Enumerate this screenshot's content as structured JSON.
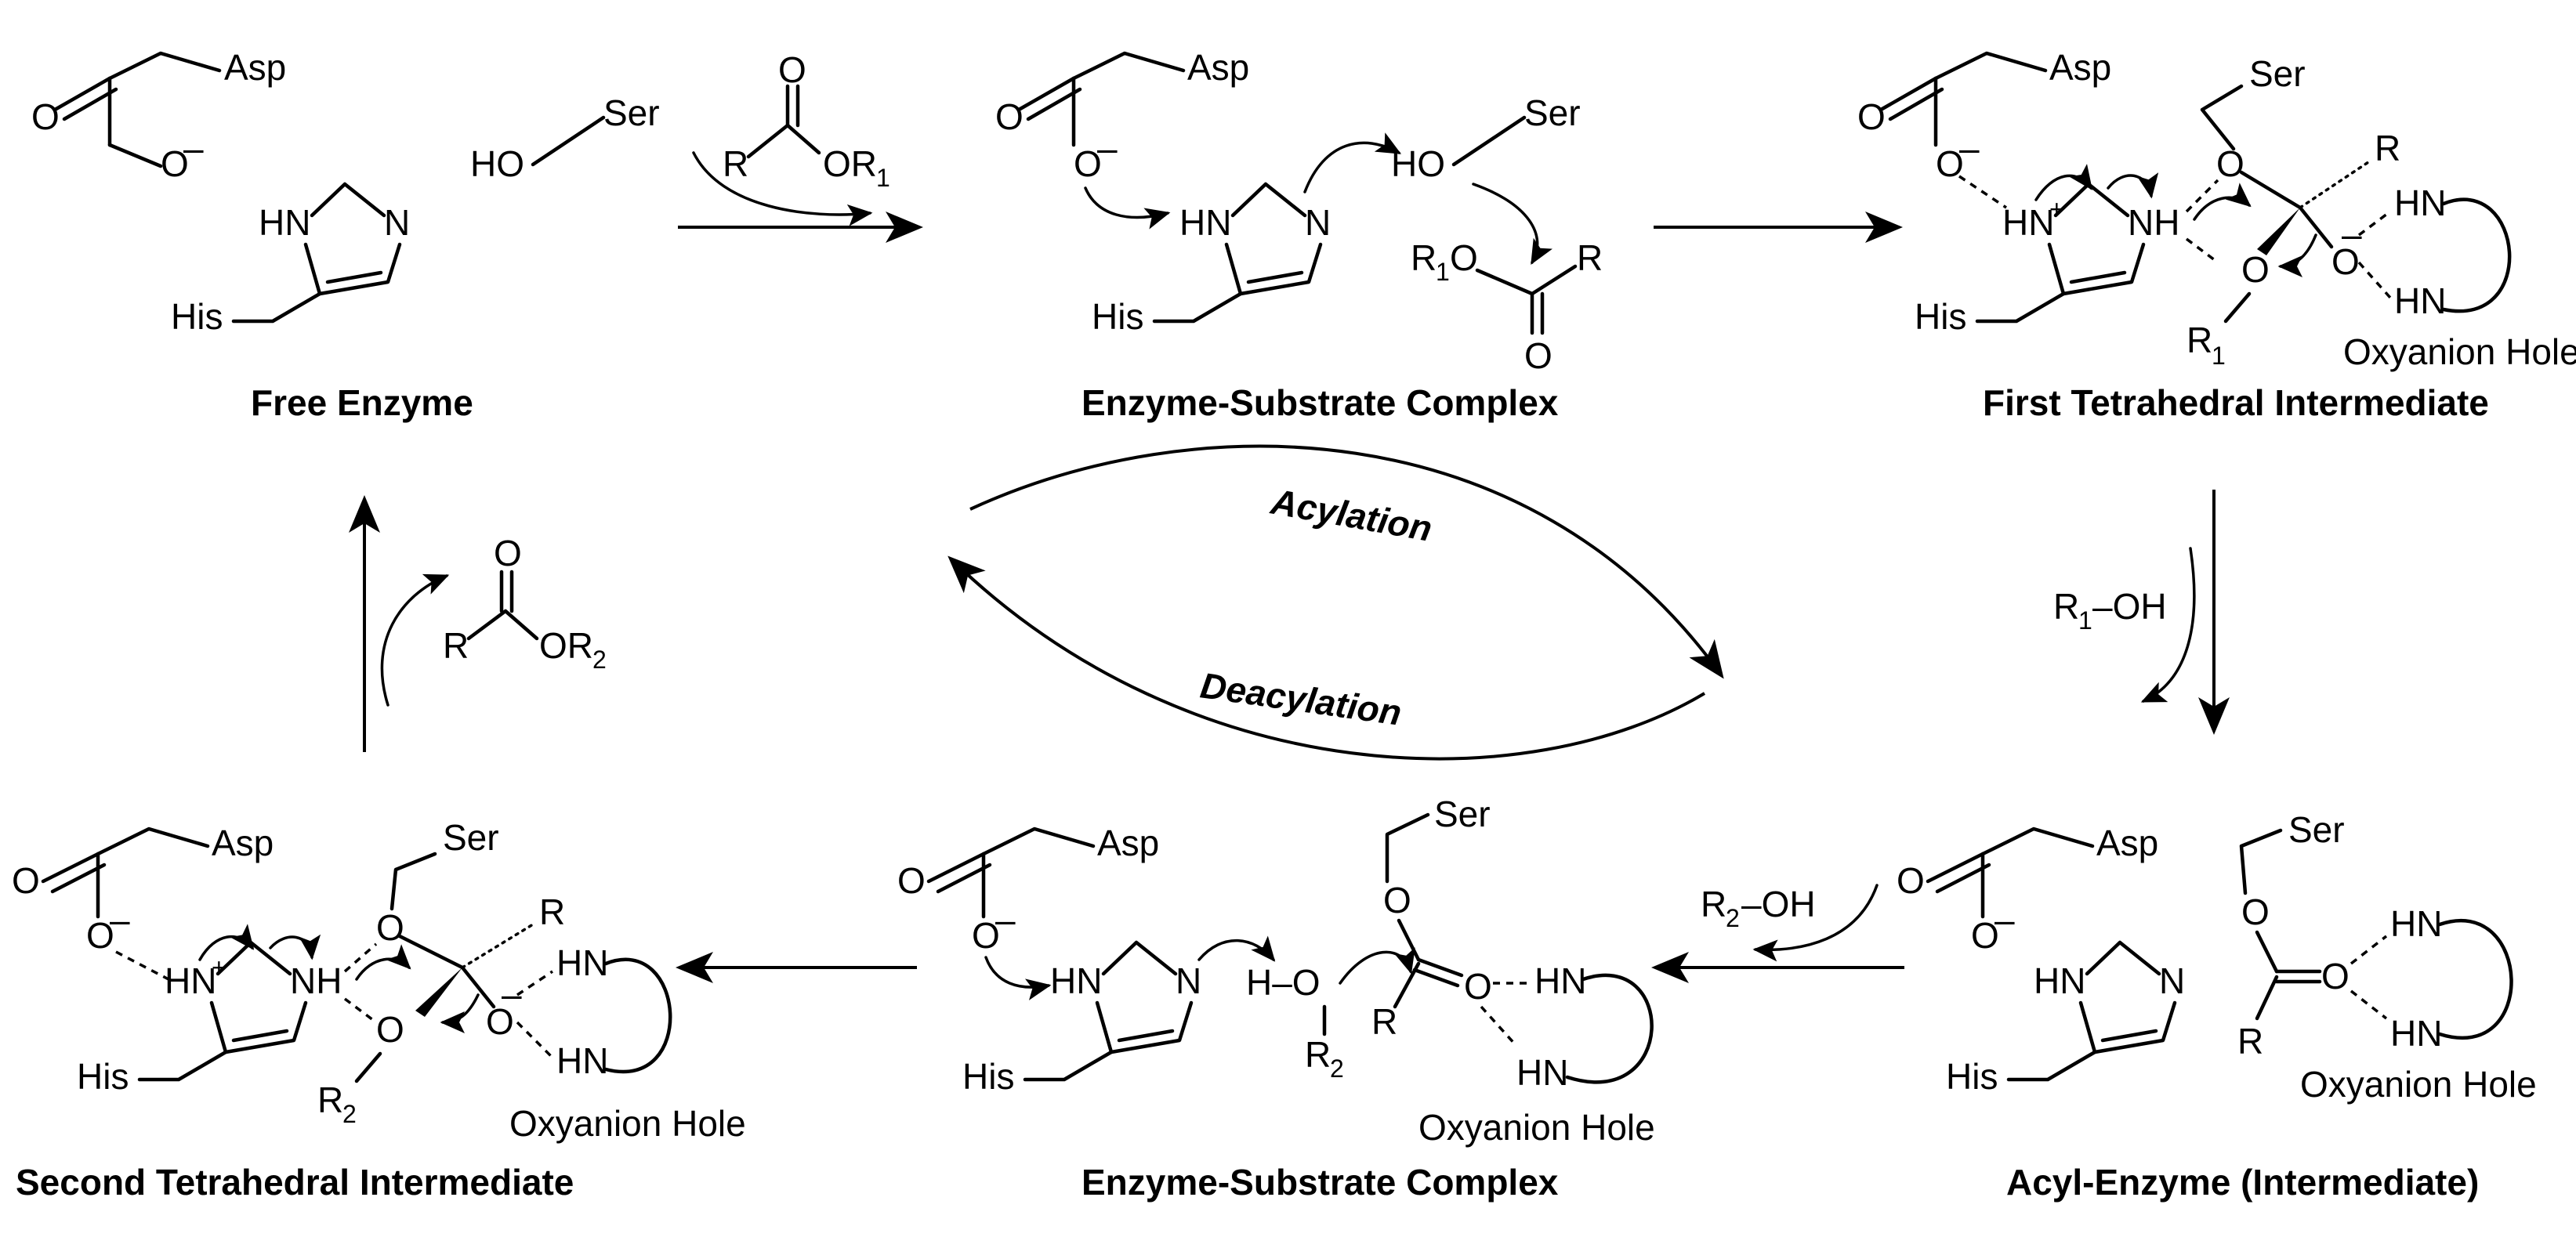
{
  "residues": {
    "asp": "Asp",
    "ser": "Ser",
    "his": "His",
    "ho": "HO",
    "hn": "HN",
    "n": "N",
    "nh": "NH",
    "o": "O",
    "r": "R",
    "minus": "–",
    "plus": "+",
    "h_dash": "H–O",
    "oxyanion_hole": "Oxyanion Hole"
  },
  "reagents": {
    "ester1_or": "OR",
    "ester1_sub": "1",
    "ester2_or": "OR",
    "ester2_sub": "2",
    "r1o": "R",
    "r1o_sub": "1",
    "r1o_o": "O",
    "r1_oh_r": "R",
    "r1_oh_sub": "1",
    "r1_oh_oh": "–OH",
    "r2_oh_r": "R",
    "r2_oh_sub": "2",
    "r2_oh_oh": "–OH",
    "r2": "R",
    "r2_sub": "2",
    "r1": "R",
    "r1_sub": "1"
  },
  "captions": {
    "free_enzyme": "Free Enzyme",
    "es_complex_1": "Enzyme-Substrate Complex",
    "first_ti": "First Tetrahedral Intermediate",
    "acyl_enzyme": "Acyl-Enzyme (Intermediate)",
    "es_complex_2": "Enzyme-Substrate Complex",
    "second_ti": "Second Tetrahedral Intermediate"
  },
  "cycle": {
    "acylation": "Acylation",
    "deacylation": "Deacylation"
  }
}
